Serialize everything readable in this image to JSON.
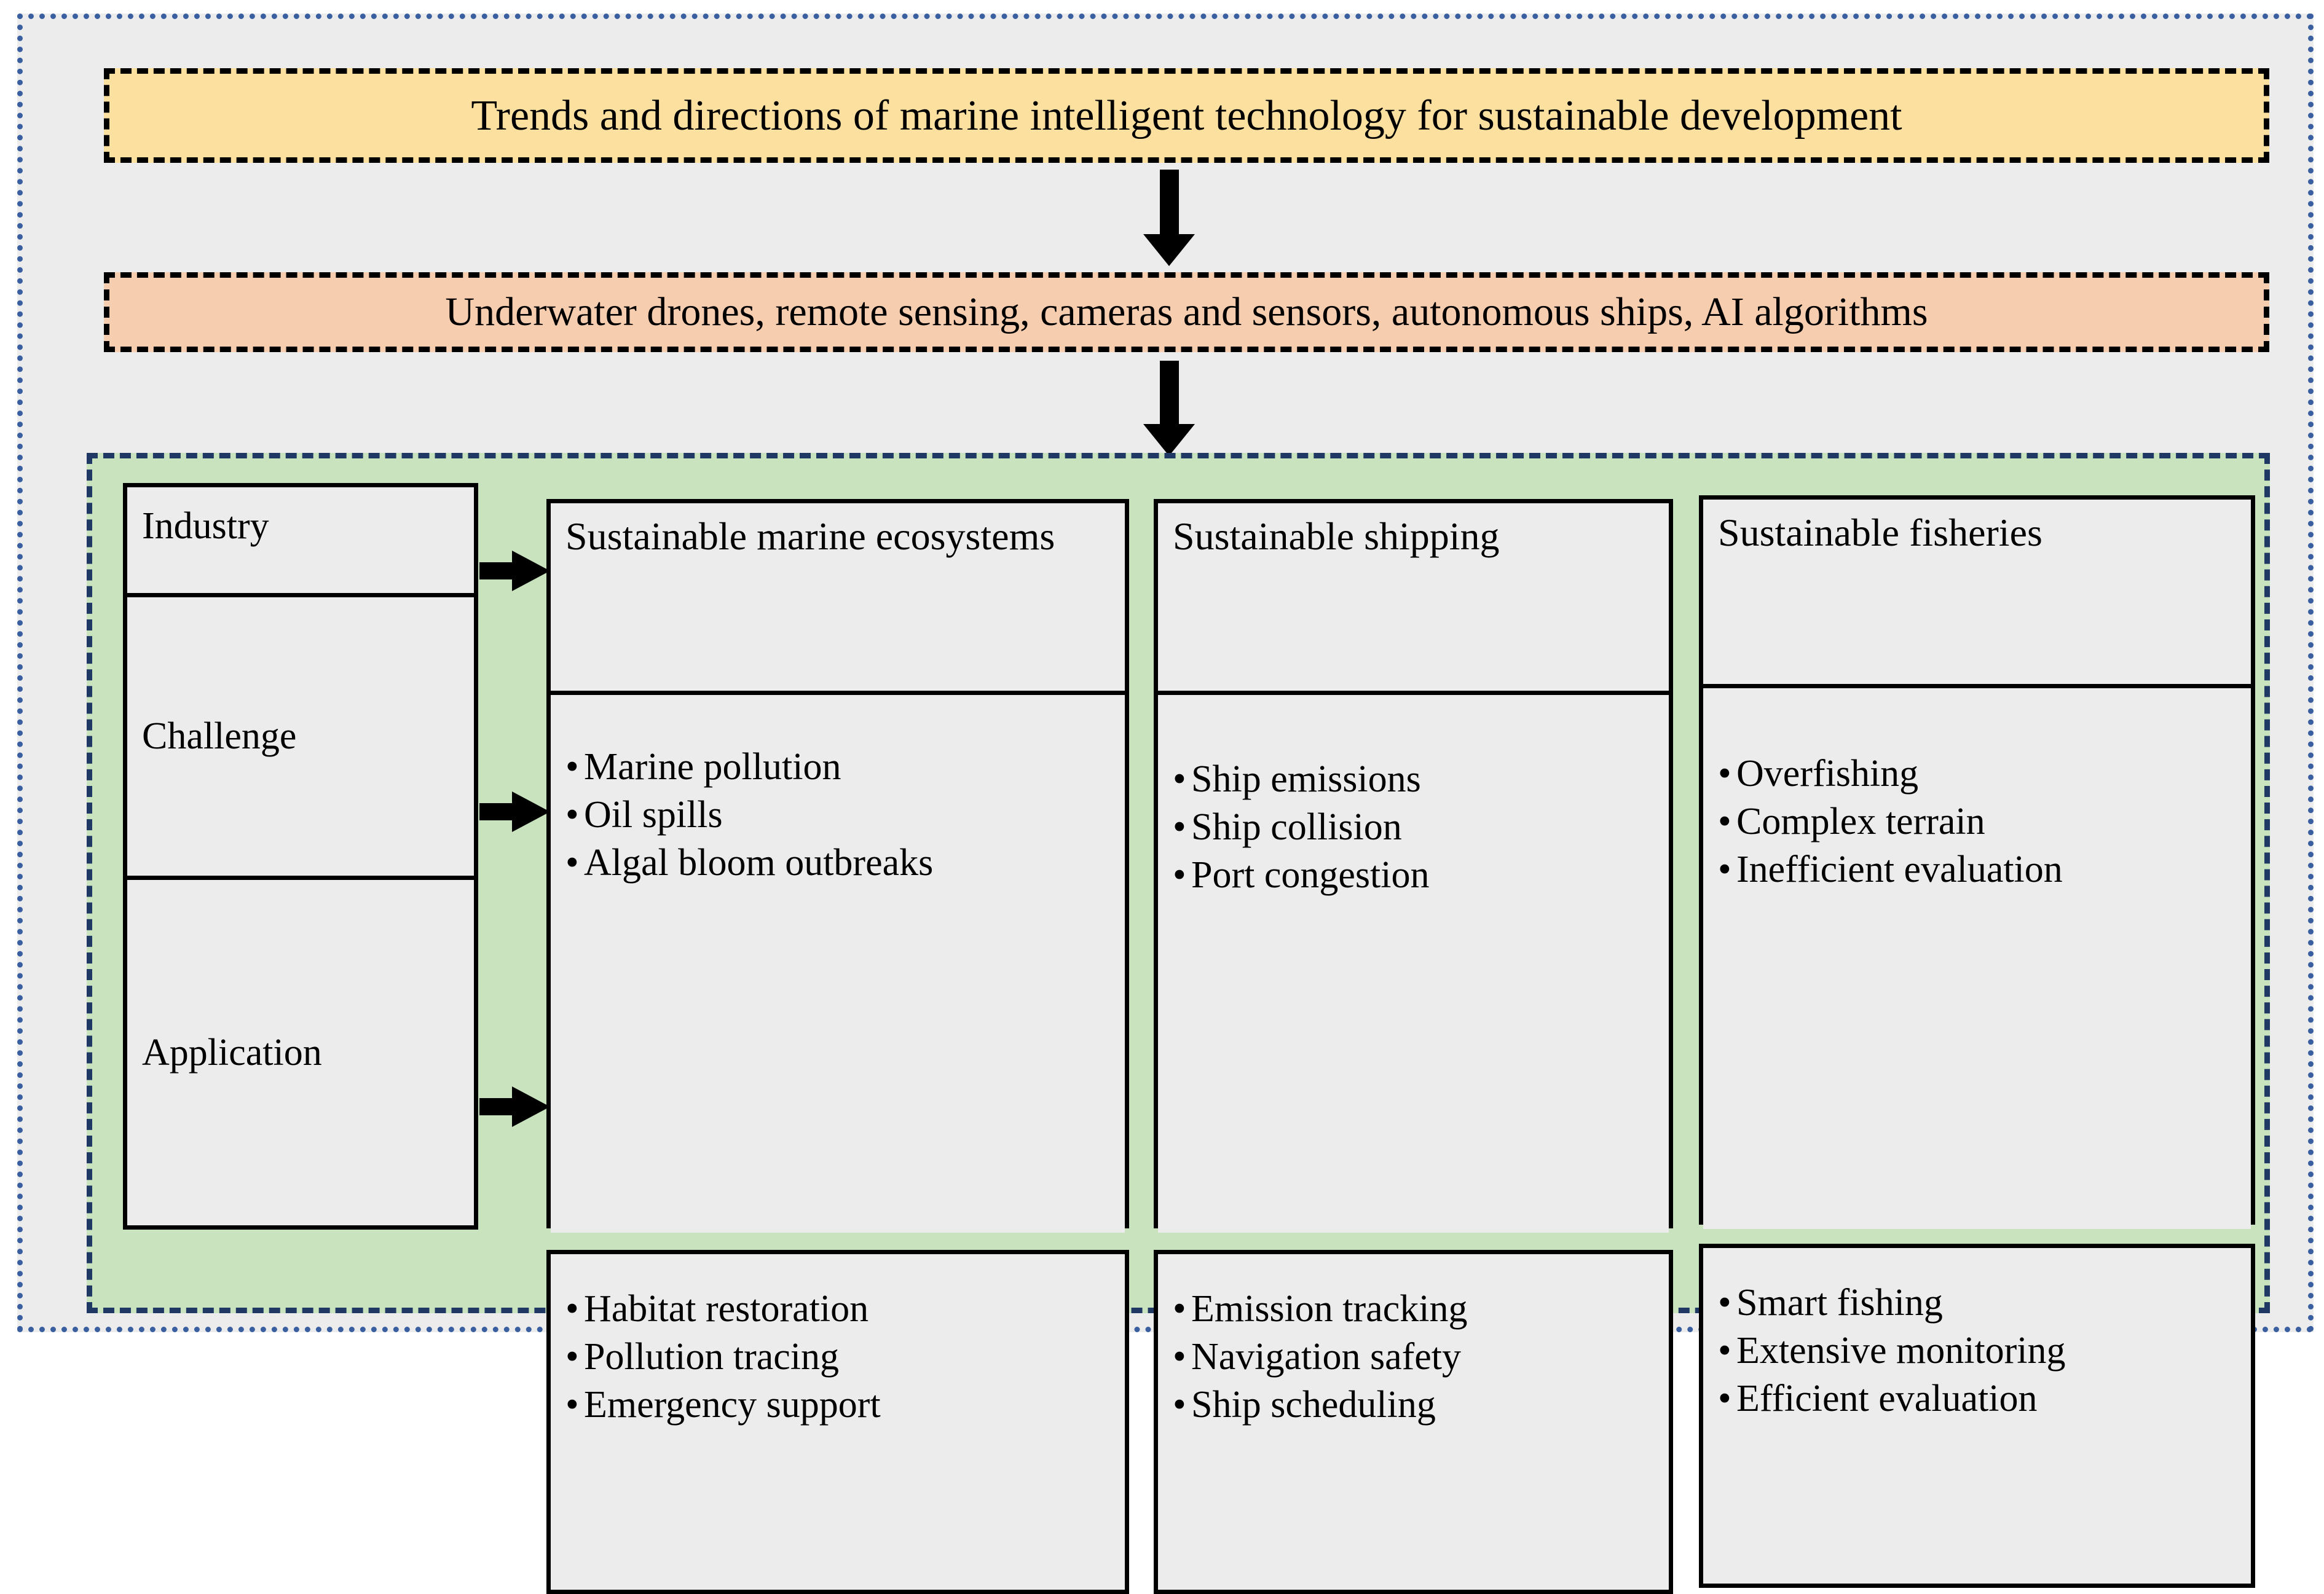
{
  "diagram": {
    "title_banner": "Trends and directions of marine intelligent technology for sustainable development",
    "technology_banner": "Underwater drones, remote sensing, cameras and sensors, autonomous ships, AI algorithms",
    "row_labels": [
      "Industry",
      "Challenge",
      "Application"
    ],
    "bullet_glyph": "•",
    "columns": [
      {
        "header": "Sustainable marine ecosystems",
        "challenges": [
          "Marine pollution",
          "Oil spills",
          "Algal bloom outbreaks"
        ],
        "applications": [
          "Habitat restoration",
          "Pollution tracing",
          "Emergency support"
        ]
      },
      {
        "header": "Sustainable shipping",
        "challenges": [
          "Ship emissions",
          "Ship collision",
          "Port congestion"
        ],
        "applications": [
          "Emission tracking",
          "Navigation safety",
          "Ship scheduling"
        ]
      },
      {
        "header": "Sustainable fisheries",
        "challenges": [
          "Overfishing",
          "Complex terrain",
          "Inefficient evaluation"
        ],
        "applications": [
          "Smart fishing",
          "Extensive monitoring",
          "Efficient evaluation"
        ]
      }
    ],
    "colors": {
      "title_banner_fill": "#fbe0a0",
      "technology_banner_fill": "#f7cdb0",
      "panel_fill": "#c9e3be",
      "panel_border": "#1f3864",
      "page_fill": "#ececec",
      "outer_border": "#3a5fa0",
      "box_fill": "#ececec",
      "box_border": "#000000"
    }
  }
}
